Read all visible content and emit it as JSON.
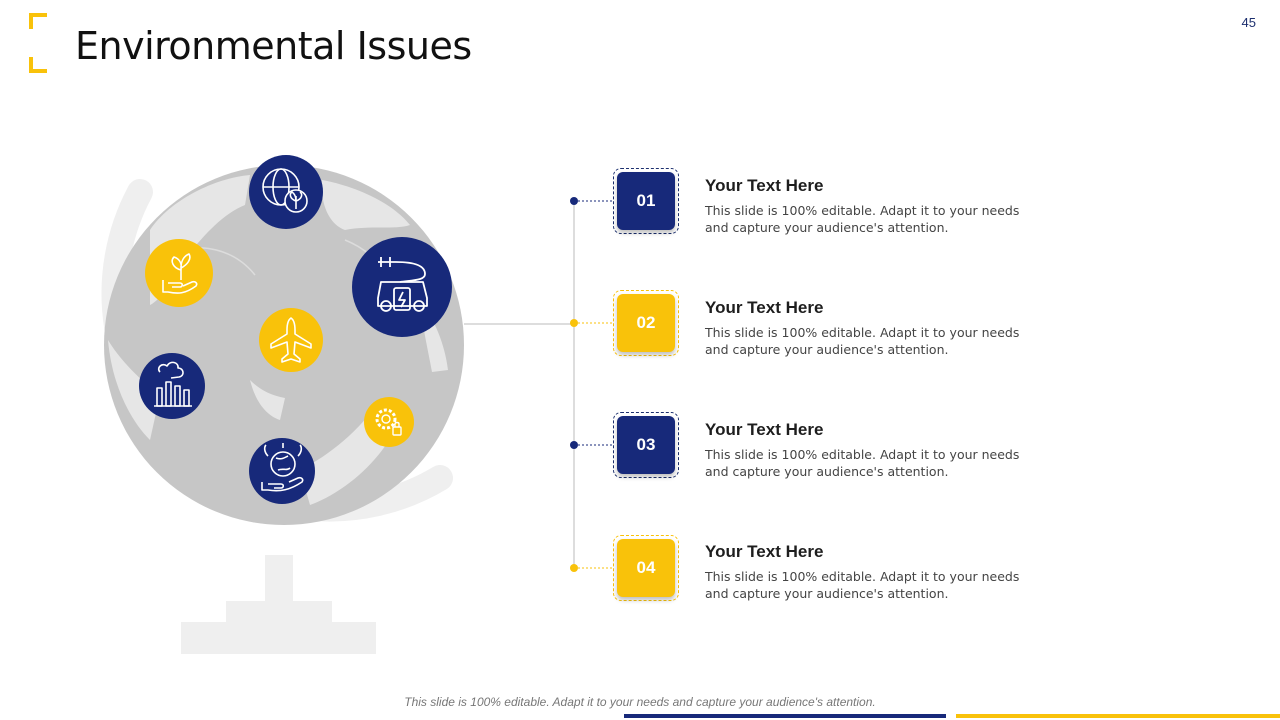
{
  "slide": {
    "title": "Environmental Issues",
    "page_number": "45"
  },
  "items": [
    {
      "number": "01",
      "title": "Your Text Here",
      "description": "This slide is 100% editable. Adapt it to your needs and capture your audience's attention."
    },
    {
      "number": "02",
      "title": "Your Text Here",
      "description": "This slide is 100% editable. Adapt it to your needs and capture your audience's attention."
    },
    {
      "number": "03",
      "title": "Your Text Here",
      "description": "This slide is 100% editable. Adapt it to your needs and capture your audience's attention."
    },
    {
      "number": "04",
      "title": "Your Text Here",
      "description": "This slide is 100% editable. Adapt it to your needs and capture your audience's attention."
    }
  ],
  "footer": {
    "text": "This slide is 100% editable. Adapt it to your needs and capture your audience's attention."
  },
  "icons": [
    "globe-leaf-icon",
    "electric-car-icon",
    "plant-hand-icon",
    "airplane-icon",
    "factory-smoke-icon",
    "gear-bulb-icon",
    "earth-hand-icon"
  ],
  "colors": {
    "navy": "#17297a",
    "gold": "#f9c20a",
    "globe_gray": "#c4c4c4",
    "stand_gray": "#efefef"
  }
}
